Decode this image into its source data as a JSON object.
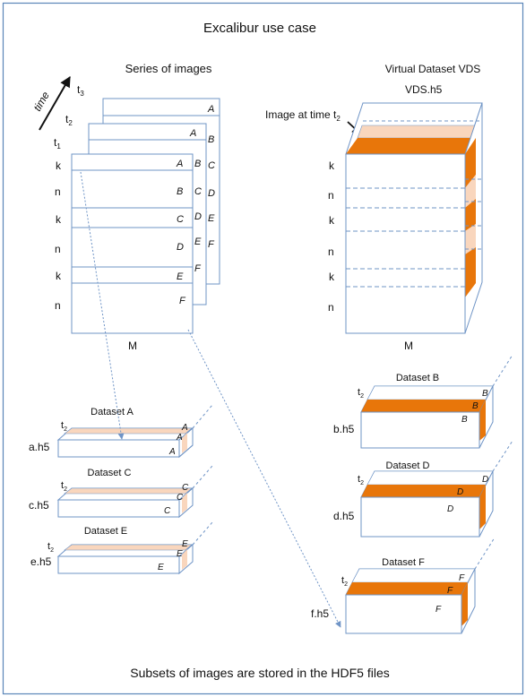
{
  "title": "Excalibur use case",
  "footer": "Subsets of images are stored in the HDF5 files",
  "left": {
    "heading": "Series of images",
    "time_label": "time",
    "time_steps": [
      {
        "base": "t",
        "sub": "3"
      },
      {
        "base": "t",
        "sub": "2"
      },
      {
        "base": "t",
        "sub": "1"
      }
    ],
    "row_labels": [
      "k",
      "n",
      "k",
      "n",
      "k",
      "n"
    ],
    "row_letters": [
      "A",
      "B",
      "C",
      "D",
      "E",
      "F"
    ],
    "axis_label": "M"
  },
  "right": {
    "heading": "Virtual Dataset VDS",
    "file": "VDS.h5",
    "annotation": {
      "text": "Image at time t",
      "sub": "2"
    },
    "row_labels": [
      "k",
      "n",
      "k",
      "n",
      "k",
      "n"
    ],
    "axis_label": "M"
  },
  "datasets_left": [
    {
      "title": "Dataset A",
      "file": "a.h5",
      "letter": "A",
      "t": "t",
      "t_sub": "2"
    },
    {
      "title": "Dataset C",
      "file": "c.h5",
      "letter": "C",
      "t": "t",
      "t_sub": "2"
    },
    {
      "title": "Dataset E",
      "file": "e.h5",
      "letter": "E",
      "t": "t",
      "t_sub": "2"
    }
  ],
  "datasets_right": [
    {
      "title": "Dataset B",
      "file": "b.h5",
      "letter": "B",
      "t": "t",
      "t_sub": "2"
    },
    {
      "title": "Dataset D",
      "file": "d.h5",
      "letter": "D",
      "t": "t",
      "t_sub": "2"
    },
    {
      "title": "Dataset F",
      "file": "f.h5",
      "letter": "F",
      "t": "t",
      "t_sub": "2"
    }
  ],
  "colors": {
    "frame": "#5b86b8",
    "box_edge": "#6f94c6",
    "arrow": "#6f94c6",
    "orange": "#e8760a",
    "peach": "#f9d6bd"
  }
}
